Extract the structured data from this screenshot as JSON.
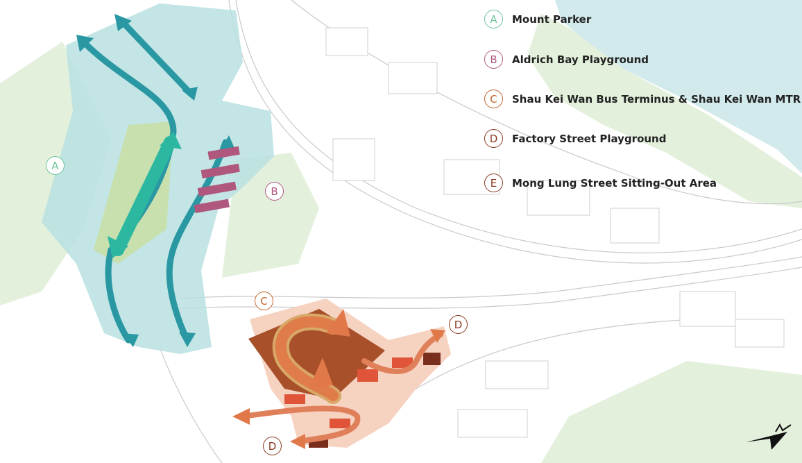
{
  "legend": [
    {
      "letter": "A",
      "label": "Mount Parker",
      "color": "#6cc39a"
    },
    {
      "letter": "B",
      "label": "Aldrich Bay  Playground",
      "color": "#b0577e"
    },
    {
      "letter": "C",
      "label": "Shau Kei Wan Bus Terminus & Shau Kei Wan MTR",
      "color": "#c0622c"
    },
    {
      "letter": "D",
      "label": "Factory Street Playground",
      "color": "#8a3a22"
    },
    {
      "letter": "E",
      "label": "Mong Lung Street Sitting-Out Area",
      "color": "#8a3a22"
    }
  ],
  "map_labels": {
    "a": "A",
    "b": "B",
    "c": "C",
    "d1": "D",
    "d2": "D"
  },
  "colors": {
    "water": "#d2eaec",
    "park": "#e3f0dc",
    "teal_zone": "#b9e0e0",
    "teal_arrow": "#2a98a3",
    "orange_zone": "#f6d2c0",
    "orange_arrow": "#e0784a",
    "dark_block": "#a8502a"
  },
  "icons": {
    "north_arrow": "north-arrow-icon"
  }
}
